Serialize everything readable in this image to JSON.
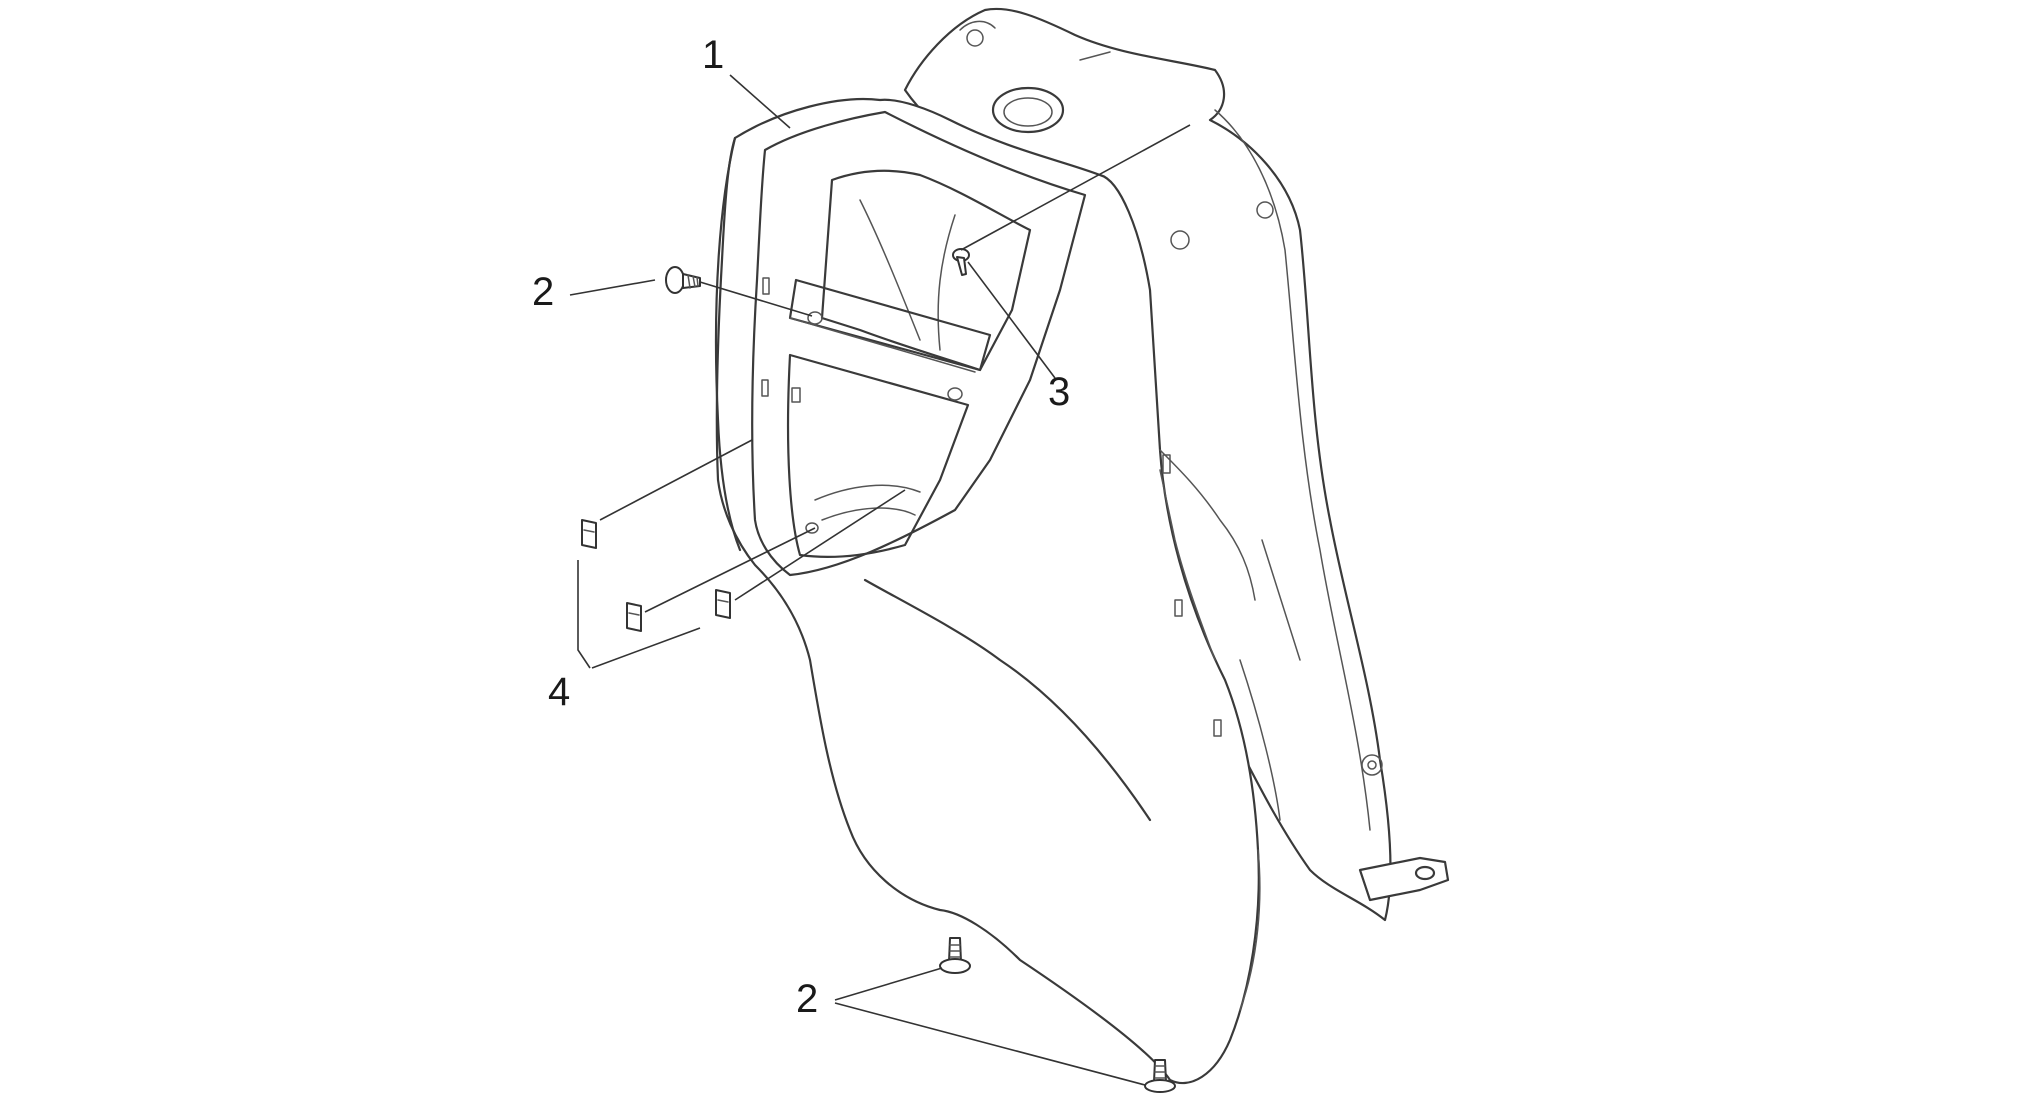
{
  "callouts": {
    "part_1": "1",
    "part_2_upper": "2",
    "part_2_lower": "2",
    "part_3": "3",
    "part_4": "4"
  }
}
